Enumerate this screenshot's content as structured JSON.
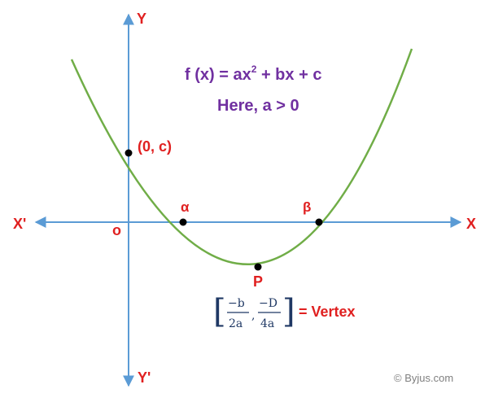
{
  "axes": {
    "y_label": "Y",
    "y_neg_label": "Y'",
    "x_label": "X",
    "x_neg_label": "X'",
    "origin_label": "o"
  },
  "equation": {
    "prefix": "f (x) = ax",
    "exponent": "2",
    "suffix": " + bx + c",
    "condition": "Here, a > 0"
  },
  "points": {
    "y_intercept": "(0, c)",
    "root_alpha": "α",
    "root_beta": "β",
    "vertex_point": "P"
  },
  "vertex_formula": {
    "x_num": "−b",
    "x_den": "2a",
    "separator": ",",
    "y_num": "−D",
    "y_den": "4a",
    "left_bracket": "[",
    "right_bracket": "]",
    "result": "= Vertex"
  },
  "credit": "© Byjus.com",
  "colors": {
    "axis": "#5b9bd5",
    "curve": "#70ad47",
    "label_red": "#e02020",
    "label_purple": "#7030a0",
    "fraction": "#1f3864",
    "point": "#000000"
  }
}
